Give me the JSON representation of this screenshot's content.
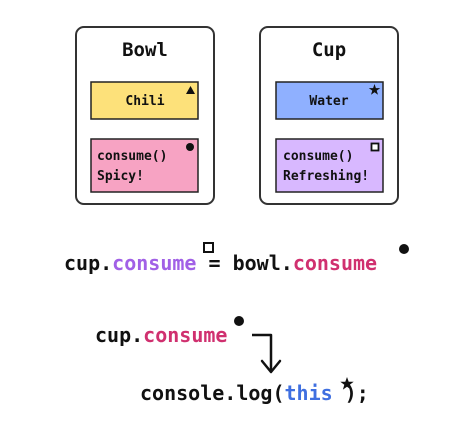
{
  "boxes": {
    "bowl": {
      "title": "Bowl",
      "value_card": {
        "label": "Chili",
        "marker": "triangle"
      },
      "method_card": {
        "line1": "consume()",
        "line2": "Spicy!",
        "marker": "circle"
      }
    },
    "cup": {
      "title": "Cup",
      "value_card": {
        "label": "Water",
        "marker": "star"
      },
      "method_card": {
        "line1": "consume()",
        "line2": "Refreshing!",
        "marker": "square"
      }
    }
  },
  "assignment": {
    "left_obj": "cup.",
    "left_prop": "consume",
    "equals": " = ",
    "right_obj": "bowl.",
    "right_prop": "consume"
  },
  "call": {
    "obj": "cup.",
    "prop": "consume"
  },
  "log": {
    "prefix": "console.log(",
    "keyword": "this",
    "suffix": ");"
  },
  "colors": {
    "yellow_card": "#fde17a",
    "blue_card": "#8fb0ff",
    "pink_card": "#f7a3c3",
    "lavender_card": "#d8b8ff",
    "consume_pink": "#d0306f",
    "consume_purple": "#a160e6",
    "this_blue": "#3f6fe0",
    "ink": "#111111"
  }
}
